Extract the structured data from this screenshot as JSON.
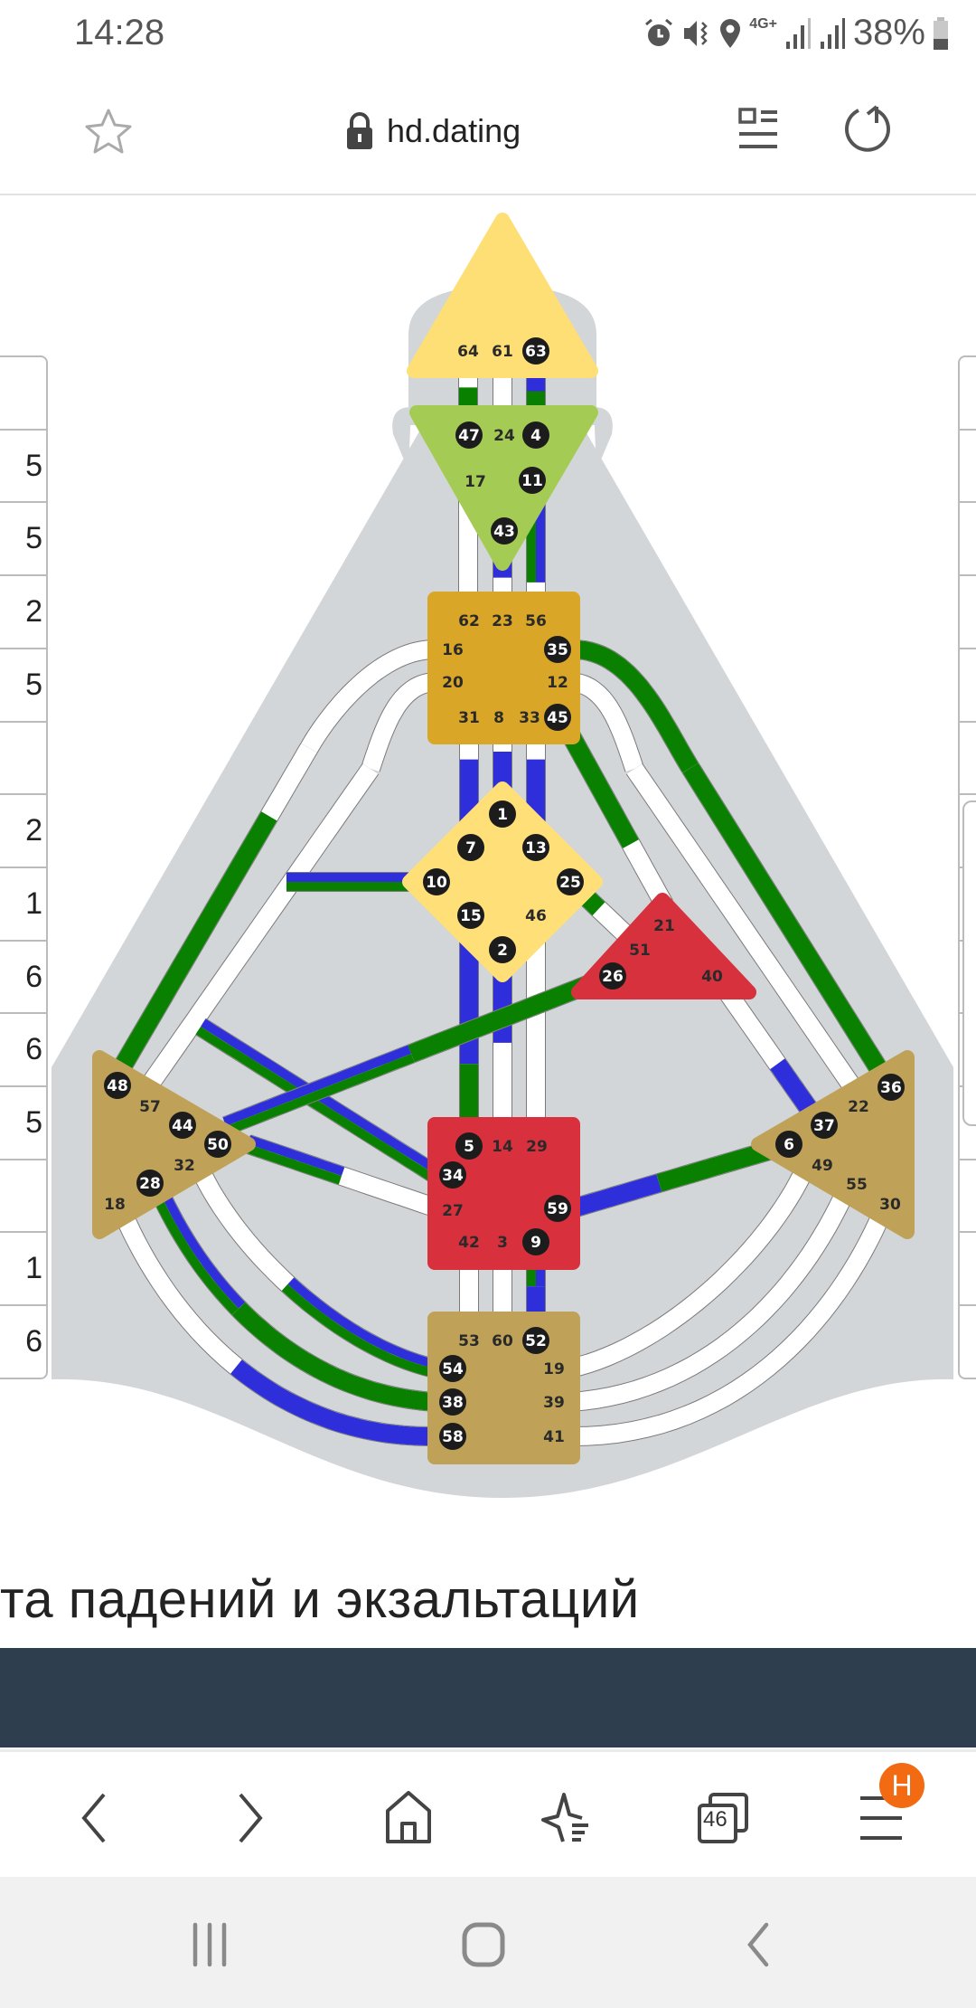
{
  "status_bar": {
    "time": "14:28",
    "network": "4G+",
    "battery": "38%"
  },
  "browser": {
    "url": "hd.dating",
    "tabs_count": "46",
    "menu_badge": "H"
  },
  "left_table": {
    "values": [
      "",
      "5",
      "5",
      "2",
      "5",
      "",
      "2",
      "1",
      "6",
      "6",
      "5",
      "",
      "1",
      "6"
    ]
  },
  "section_heading": "та падений и экзальтаций",
  "colors": {
    "defined_green": "#0a8000",
    "defined_blue": "#2e2edb",
    "body": "#d2d6d9",
    "dark_band": "#2f3e4f",
    "badge": "#f26b12"
  },
  "bodygraph": {
    "centers": [
      {
        "id": "head",
        "color": "#fedf75",
        "gates": [
          {
            "n": "64",
            "active": false
          },
          {
            "n": "61",
            "active": false
          },
          {
            "n": "63",
            "active": true
          }
        ]
      },
      {
        "id": "ajna",
        "color": "#a4cc55",
        "gates": [
          {
            "n": "47",
            "active": true
          },
          {
            "n": "24",
            "active": false
          },
          {
            "n": "4",
            "active": true
          },
          {
            "n": "17",
            "active": false
          },
          {
            "n": "11",
            "active": true
          },
          {
            "n": "43",
            "active": true
          }
        ]
      },
      {
        "id": "throat",
        "color": "#d9a627",
        "gates": [
          {
            "n": "62",
            "active": false
          },
          {
            "n": "23",
            "active": false
          },
          {
            "n": "56",
            "active": false
          },
          {
            "n": "16",
            "active": false
          },
          {
            "n": "35",
            "active": true
          },
          {
            "n": "20",
            "active": false
          },
          {
            "n": "12",
            "active": false
          },
          {
            "n": "31",
            "active": false
          },
          {
            "n": "8",
            "active": false
          },
          {
            "n": "33",
            "active": false
          },
          {
            "n": "45",
            "active": true
          }
        ]
      },
      {
        "id": "g",
        "color": "#ffdf78",
        "gates": [
          {
            "n": "1",
            "active": true
          },
          {
            "n": "7",
            "active": true
          },
          {
            "n": "13",
            "active": true
          },
          {
            "n": "10",
            "active": true
          },
          {
            "n": "25",
            "active": true
          },
          {
            "n": "15",
            "active": true
          },
          {
            "n": "46",
            "active": false
          },
          {
            "n": "2",
            "active": true
          }
        ]
      },
      {
        "id": "heart",
        "color": "#d7313e",
        "gates": [
          {
            "n": "21",
            "active": false
          },
          {
            "n": "51",
            "active": false
          },
          {
            "n": "26",
            "active": true
          },
          {
            "n": "40",
            "active": false
          }
        ]
      },
      {
        "id": "spleen",
        "color": "#bfa257",
        "gates": [
          {
            "n": "48",
            "active": true
          },
          {
            "n": "57",
            "active": false
          },
          {
            "n": "44",
            "active": true
          },
          {
            "n": "50",
            "active": true
          },
          {
            "n": "32",
            "active": false
          },
          {
            "n": "28",
            "active": true
          },
          {
            "n": "18",
            "active": false
          }
        ]
      },
      {
        "id": "sacral",
        "color": "#d8303c",
        "gates": [
          {
            "n": "5",
            "active": true
          },
          {
            "n": "14",
            "active": false
          },
          {
            "n": "29",
            "active": false
          },
          {
            "n": "34",
            "active": true
          },
          {
            "n": "27",
            "active": false
          },
          {
            "n": "59",
            "active": true
          },
          {
            "n": "42",
            "active": false
          },
          {
            "n": "3",
            "active": false
          },
          {
            "n": "9",
            "active": true
          }
        ]
      },
      {
        "id": "solar-plexus",
        "color": "#bfa257",
        "gates": [
          {
            "n": "36",
            "active": true
          },
          {
            "n": "22",
            "active": false
          },
          {
            "n": "37",
            "active": true
          },
          {
            "n": "6",
            "active": true
          },
          {
            "n": "49",
            "active": false
          },
          {
            "n": "55",
            "active": false
          },
          {
            "n": "30",
            "active": false
          }
        ]
      },
      {
        "id": "root",
        "color": "#bfa257",
        "gates": [
          {
            "n": "53",
            "active": false
          },
          {
            "n": "60",
            "active": false
          },
          {
            "n": "52",
            "active": true
          },
          {
            "n": "54",
            "active": true
          },
          {
            "n": "19",
            "active": false
          },
          {
            "n": "38",
            "active": true
          },
          {
            "n": "39",
            "active": false
          },
          {
            "n": "58",
            "active": true
          },
          {
            "n": "41",
            "active": false
          }
        ]
      }
    ]
  }
}
